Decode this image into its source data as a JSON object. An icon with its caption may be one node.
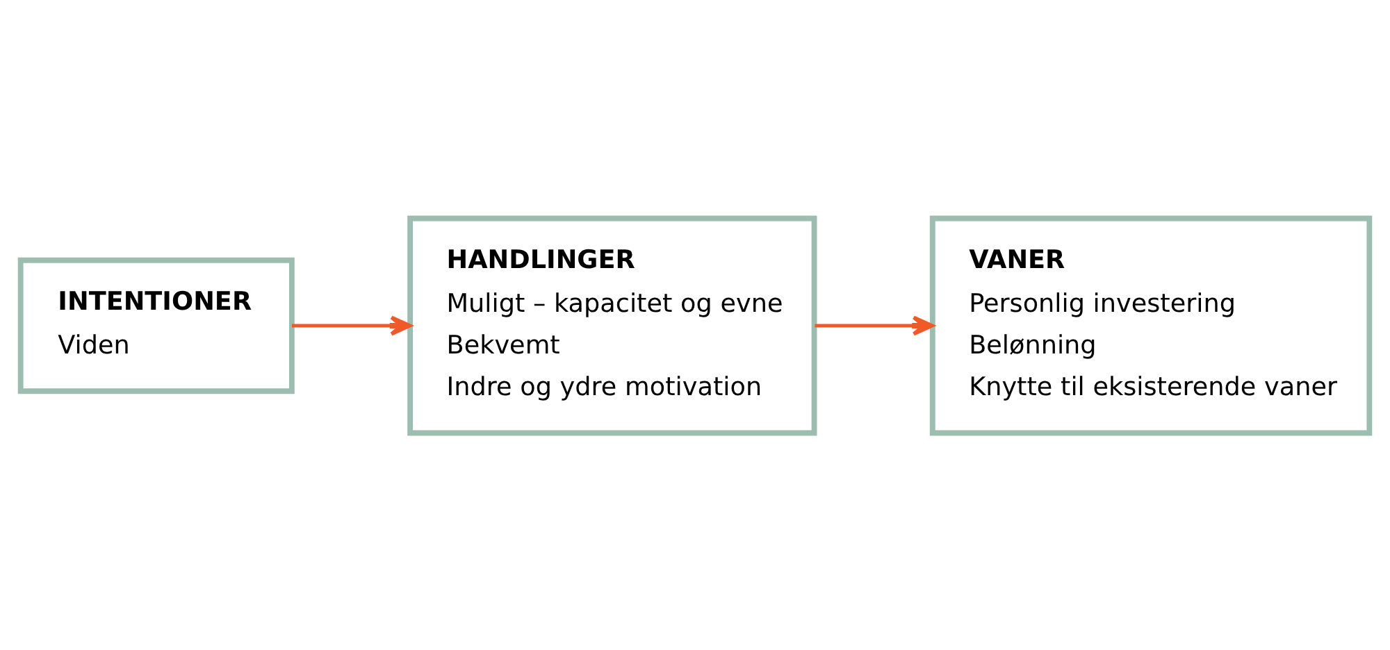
{
  "diagram": {
    "nodes": [
      {
        "text": [
          "INTENTIONER",
          "Viden"
        ]
      },
      {
        "text": [
          "HANDLINGER",
          "Muligt – kapacitet og evne",
          "Bekvemt",
          "Indre og ydre motivation"
        ]
      },
      {
        "text": [
          "VANER",
          "Personlig investering",
          "Belønning",
          "Knytte til eksisterende vaner"
        ]
      }
    ],
    "edges": [
      {
        "from": 0,
        "to": 1,
        "arrow": "to"
      },
      {
        "from": 1,
        "to": 2,
        "arrow": "to"
      }
    ]
  }
}
